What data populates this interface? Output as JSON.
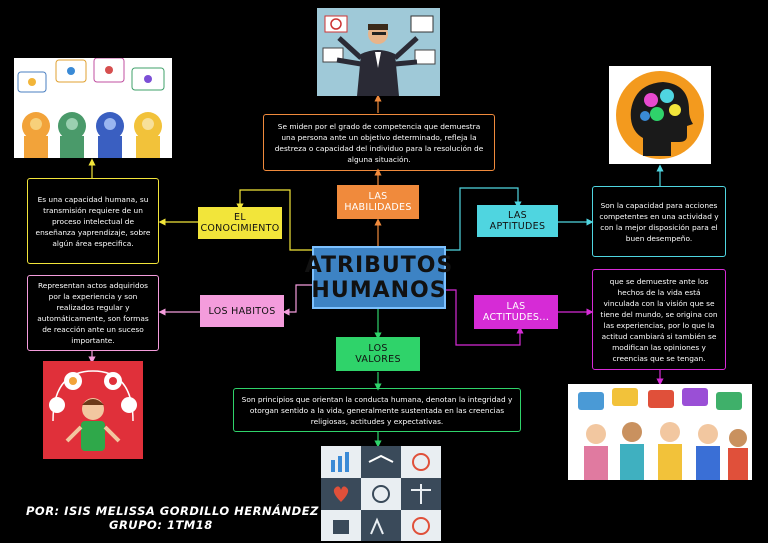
{
  "center": {
    "line1": "ATRIBUTOS",
    "line2": "HUMANOS"
  },
  "nodes": {
    "habilidades": {
      "line1": "LAS",
      "line2": "HABILIDADES"
    },
    "conocimiento": {
      "line1": "EL",
      "line2": "CONOCIMIENTO"
    },
    "aptitudes": {
      "line1": "LAS",
      "line2": "APTITUDES"
    },
    "habitos": {
      "line1": "LOS HABITOS"
    },
    "actitudes": {
      "line1": "LAS",
      "line2": "ACTITUDES..."
    },
    "valores": {
      "line1": "LOS",
      "line2": "VALORES"
    }
  },
  "descriptions": {
    "habilidades": "Se miden por el grado de competencia que demuestra una persona ante un objetivo determinado, refleja la destreza o capacidad del individuo para la resolución de alguna situación.",
    "conocimiento": "Es una capacidad humana, su transmisión requiere de un proceso intelectual de enseñanza yaprendizaje, sobre algún área especifica.",
    "aptitudes": "Son la capacidad para acciones competentes en una actividad y con la mejor disposición para el buen desempeño.",
    "habitos": "Representan actos adquiridos por la experiencia y son realizados regular y automáticamente, son formas de reacción ante un suceso importante.",
    "actitudes": "que se demuestre ante los hechos de la vida está vinculada con la visión que se tiene del mundo, se origina con las experiencias, por lo que la actitud cambiará si también se modifican las opiniones y creencias que se tengan.",
    "valores": "Son principios que orientan la conducta humana, denotan la integridad y otorgan sentido a la vida, generalmente sustentada en las creencias religiosas, actitudes y expectativas."
  },
  "footer": {
    "author": "POR: ISIS MELISSA GORDILLO HERNÁNDEZ",
    "group": "GRUPO: 1TM18"
  },
  "colors": {
    "background": "#000000",
    "center": "#3d83c4",
    "habilidades": "#f08a3c",
    "conocimiento": "#f2e53a",
    "aptitudes": "#4fd5e0",
    "habitos": "#f49cdc",
    "actitudes": "#d62bd6",
    "valores": "#2fd36a"
  }
}
